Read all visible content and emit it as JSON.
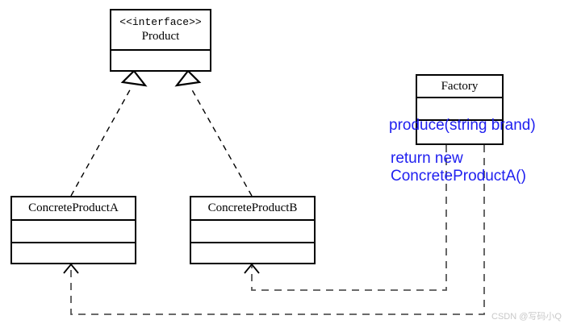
{
  "diagram": {
    "title": "Factory Method Pattern UML Class Diagram",
    "colors": {
      "stroke": "#000000",
      "dashed_edge": "#555555",
      "note_text": "#2020f0",
      "background": "#ffffff",
      "watermark": "#c8c8c8"
    },
    "classes": [
      {
        "id": "product",
        "stereotype": "« interface »",
        "stereotype_raw": "<<interface>>",
        "name": "Product",
        "compartments": 2
      },
      {
        "id": "concrete-product-a",
        "stereotype": "",
        "name": "ConcreteProductA",
        "compartments": 3
      },
      {
        "id": "concrete-product-b",
        "stereotype": "",
        "name": "ConcreteProductB",
        "compartments": 3
      },
      {
        "id": "factory",
        "stereotype": "",
        "name": "Factory",
        "compartments": 3
      }
    ],
    "notes": [
      {
        "id": "produce-signature",
        "text": "produce(string brand)"
      },
      {
        "id": "return-statement-line1",
        "text": "return new"
      },
      {
        "id": "return-statement-line2",
        "text": "ConcreteProductA()"
      }
    ],
    "relationships": [
      {
        "id": "realization-a",
        "type": "realization",
        "from": "ConcreteProductA",
        "to": "Product",
        "line": "dashed",
        "arrowhead": "hollow-triangle"
      },
      {
        "id": "realization-b",
        "type": "realization",
        "from": "ConcreteProductB",
        "to": "Product",
        "line": "dashed",
        "arrowhead": "hollow-triangle"
      },
      {
        "id": "dependency-factory-a",
        "type": "dependency",
        "from": "Factory",
        "to": "ConcreteProductA",
        "line": "dashed",
        "arrowhead": "open-arrow"
      },
      {
        "id": "dependency-factory-b",
        "type": "dependency",
        "from": "Factory",
        "to": "ConcreteProductB",
        "line": "dashed",
        "arrowhead": "open-arrow"
      }
    ],
    "watermark": "CSDN @写码小Q"
  }
}
